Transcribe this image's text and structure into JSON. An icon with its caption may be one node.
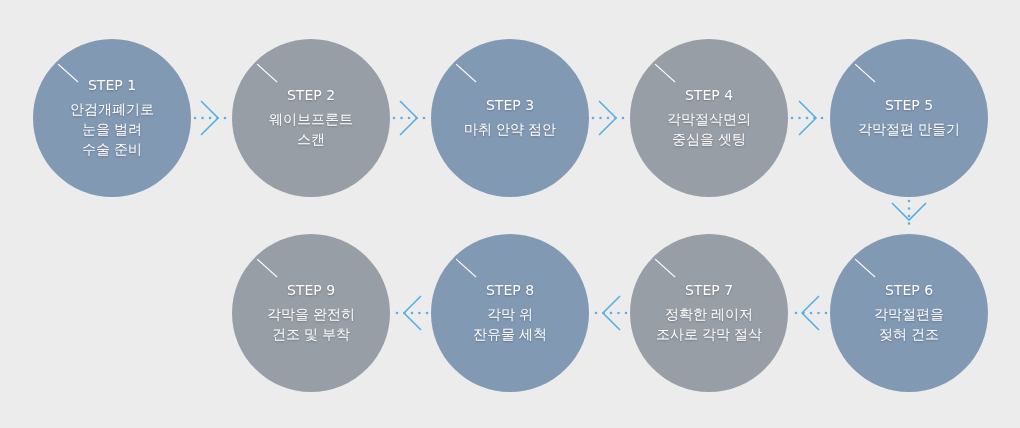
{
  "diagram": {
    "nodes": [
      {
        "text": [
          "STEP 1",
          "안검개폐기로 눈을 벌려 수술 준비"
        ]
      },
      {
        "text": [
          "STEP 2",
          "웨이브프론트 스캔"
        ]
      },
      {
        "text": [
          "STEP 3",
          "마취 안약 점안"
        ]
      },
      {
        "text": [
          "STEP 4",
          "각막절삭면의 중심을 셋팅"
        ]
      },
      {
        "text": [
          "STEP 5",
          "각막절편 만들기"
        ]
      },
      {
        "text": [
          "STEP 9",
          "각막을 완전히 건조 및 부착"
        ]
      },
      {
        "text": [
          "STEP 8",
          "각막 위 잔유물 세척"
        ]
      },
      {
        "text": [
          "STEP 7",
          "정확한 레이저 조사로 각막 절삭"
        ]
      },
      {
        "text": [
          "STEP 6",
          "각막절편을 젖혀 건조"
        ]
      }
    ],
    "edges": [
      {
        "from": 0,
        "to": 1,
        "arrow": "to"
      },
      {
        "from": 1,
        "to": 2,
        "arrow": "to"
      },
      {
        "from": 2,
        "to": 3,
        "arrow": "to"
      },
      {
        "from": 3,
        "to": 4,
        "arrow": "to"
      },
      {
        "from": 4,
        "to": 8,
        "arrow": "to"
      },
      {
        "from": 8,
        "to": 7,
        "arrow": "to"
      },
      {
        "from": 7,
        "to": 6,
        "arrow": "to"
      },
      {
        "from": 6,
        "to": 5,
        "arrow": "to"
      }
    ]
  }
}
